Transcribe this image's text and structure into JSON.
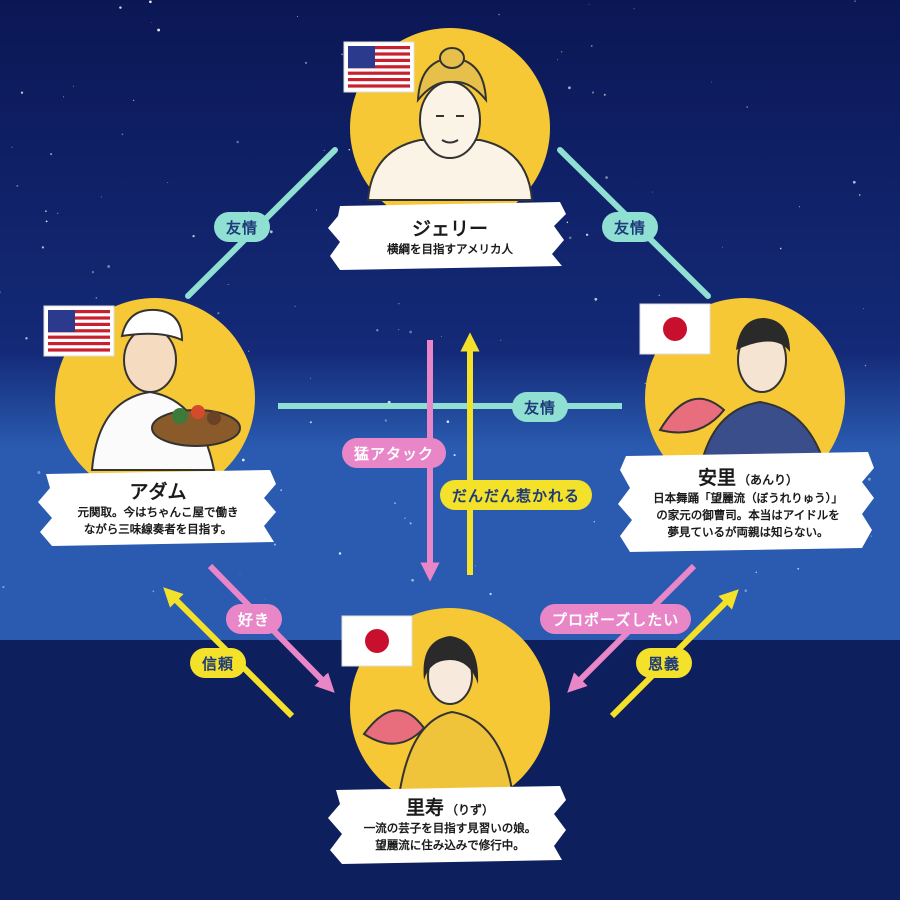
{
  "characters": {
    "jerry": {
      "name": "ジェリー",
      "desc": [
        "横綱を目指すアメリカ人"
      ],
      "flag": "usa-flag-icon"
    },
    "adam": {
      "name": "アダム",
      "desc": [
        "元関取。今はちゃんこ屋で働き",
        "ながら三味線奏者を目指す。"
      ],
      "flag": "usa-flag-icon"
    },
    "anri": {
      "name": "安里",
      "reading": "（あんり）",
      "desc": [
        "日本舞踊「望麗流（ぼうれりゅう）」",
        "の家元の御曹司。本当はアイドルを",
        "夢見ているが両親は知らない。"
      ],
      "flag": "japan-flag-icon"
    },
    "rizu": {
      "name": "里寿",
      "reading": "（りず）",
      "desc": [
        "一流の芸子を目指す見習いの娘。",
        "望麗流に住み込みで修行中。"
      ],
      "flag": "japan-flag-icon"
    }
  },
  "relations": {
    "jerry_adam": "友情",
    "jerry_anri": "友情",
    "adam_anri": "友情",
    "anri_to_rizu_attack": "猛アタック",
    "rizu_to_anri_attract": "だんだん惹かれる",
    "adam_to_rizu_like": "好き",
    "rizu_to_adam_trust": "信頼",
    "anri_to_rizu_propose": "プロポーズしたい",
    "rizu_to_anri_grace": "恩義"
  },
  "colors": {
    "sky_top": "#0c1a5a",
    "sky_bottom": "#2a5bb0",
    "ground": "#0e1f5e",
    "cyan": "#8fe0d2",
    "pink": "#e886c8",
    "yellow": "#f3e12a",
    "portrait_circle": "#f7c835"
  }
}
